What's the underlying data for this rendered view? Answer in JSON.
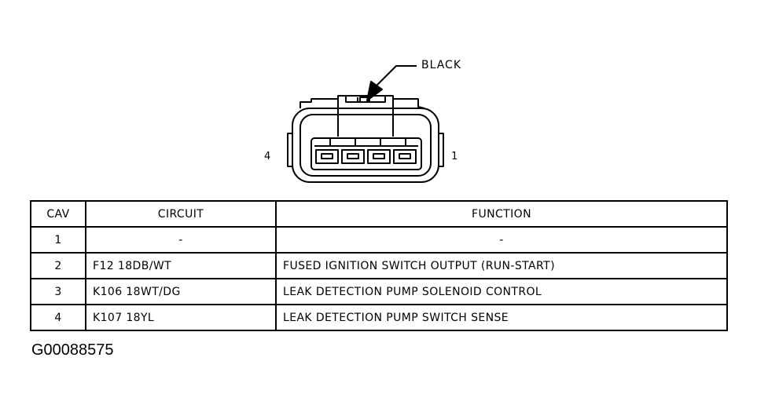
{
  "connector": {
    "color_label": "BLACK",
    "left_pin_label": "4",
    "right_pin_label": "1"
  },
  "table": {
    "headers": [
      "CAV",
      "CIRCUIT",
      "FUNCTION"
    ],
    "rows": [
      {
        "cav": "1",
        "circuit": "-",
        "function": "-"
      },
      {
        "cav": "2",
        "circuit": "F12 18DB/WT",
        "function": "FUSED IGNITION SWITCH OUTPUT (RUN-START)"
      },
      {
        "cav": "3",
        "circuit": "K106 18WT/DG",
        "function": "LEAK DETECTION PUMP SOLENOID CONTROL"
      },
      {
        "cav": "4",
        "circuit": "K107 18YL",
        "function": "LEAK DETECTION PUMP SWITCH SENSE"
      }
    ]
  },
  "figure_id": "G00088575"
}
